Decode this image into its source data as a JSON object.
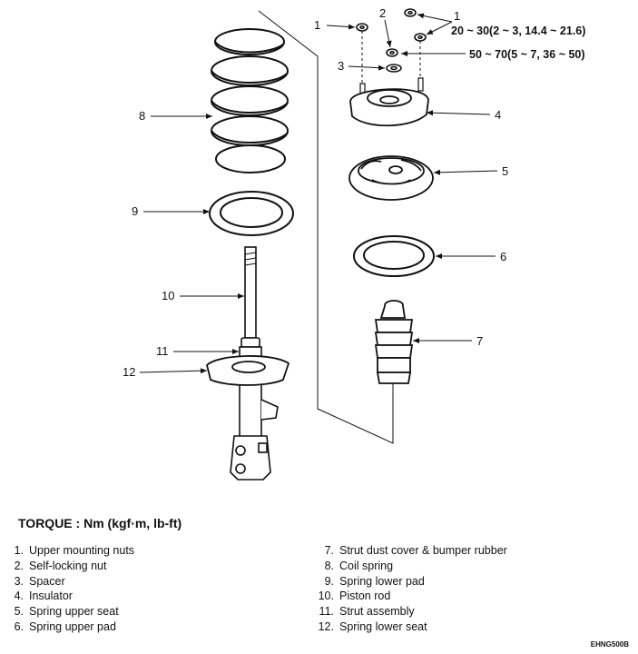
{
  "callouts": [
    {
      "id": "1a",
      "number": "1"
    },
    {
      "id": "1b",
      "number": "1"
    },
    {
      "id": "2",
      "number": "2"
    },
    {
      "id": "3",
      "number": "3"
    },
    {
      "id": "4",
      "number": "4"
    },
    {
      "id": "5",
      "number": "5"
    },
    {
      "id": "6",
      "number": "6"
    },
    {
      "id": "7",
      "number": "7"
    },
    {
      "id": "8",
      "number": "8"
    },
    {
      "id": "9",
      "number": "9"
    },
    {
      "id": "10",
      "number": "10"
    },
    {
      "id": "11",
      "number": "11"
    },
    {
      "id": "12",
      "number": "12"
    }
  ],
  "torque_specs": {
    "upper_mounting_nuts": "20 ~ 30(2 ~ 3, 14.4 ~ 21.6)",
    "self_locking_nut": "50 ~ 70(5 ~ 7, 36 ~ 50)"
  },
  "legend": {
    "heading": "TORQUE : Nm (kgf·m, lb-ft)",
    "items": [
      {
        "num": "1.",
        "text": "Upper mounting nuts"
      },
      {
        "num": "2.",
        "text": "Self-locking nut"
      },
      {
        "num": "3.",
        "text": "Spacer"
      },
      {
        "num": "4.",
        "text": "Insulator"
      },
      {
        "num": "5.",
        "text": "Spring upper seat"
      },
      {
        "num": "6.",
        "text": "Spring upper pad"
      },
      {
        "num": "7.",
        "text": "Strut dust cover & bumper rubber"
      },
      {
        "num": "8.",
        "text": "Coil spring"
      },
      {
        "num": "9.",
        "text": "Spring lower pad"
      },
      {
        "num": "10.",
        "text": "Piston rod"
      },
      {
        "num": "11.",
        "text": "Strut assembly"
      },
      {
        "num": "12.",
        "text": "Spring lower seat"
      }
    ]
  },
  "figure_ref": "EHNG500B"
}
